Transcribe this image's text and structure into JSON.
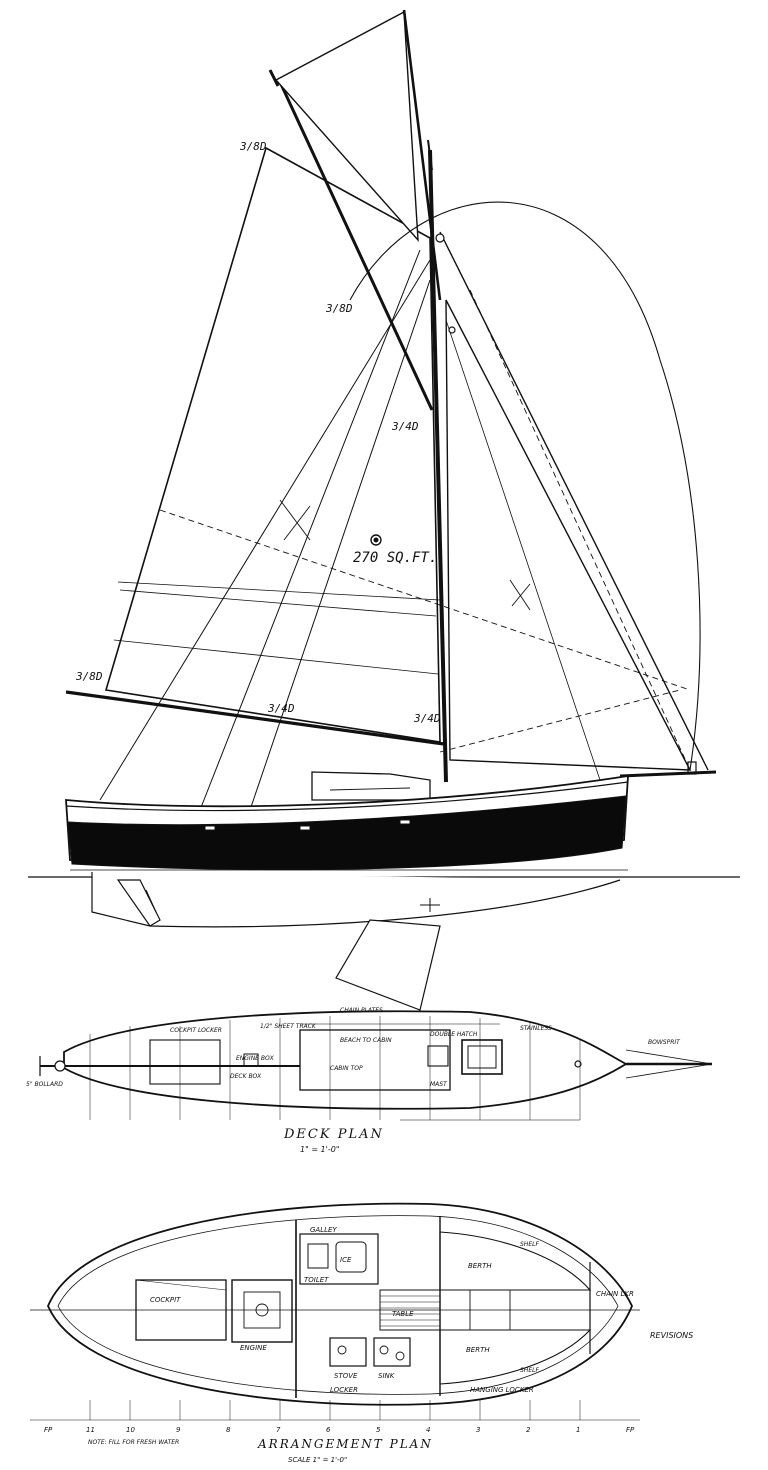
{
  "sail_plan": {
    "sail_area": "270 SQ.FT.",
    "block_labels": [
      "3/8D",
      "3/8D",
      "3/4D",
      "3/4D",
      "3/8D",
      "3/4D"
    ]
  },
  "deck_plan": {
    "title": "DECK PLAN",
    "scale": "1\" = 1'-0\"",
    "notes": [
      "CHAIN PLATES",
      "1/2\" SHEET TRACK",
      "BEACH TO CABIN",
      "DOUBLE HATCH",
      "STAINLESS",
      "BOWSPRIT",
      "DECK BOX",
      "CABIN TOP",
      "MAST",
      "ENGINE BOX",
      "COCKPIT LOCKER",
      "5\" BOLLARD"
    ]
  },
  "arrangement_plan": {
    "title": "ARRANGEMENT PLAN",
    "scale": "SCALE 1\" = 1'-0\"",
    "note": "NOTE: FILL FOR FRESH WATER",
    "rooms": [
      "COCKPIT",
      "ENGINE",
      "GALLEY",
      "SINK",
      "STOVE",
      "ICE",
      "BERTH",
      "BERTH",
      "LOCKER",
      "HANGING LOCKER",
      "CHAIN LKR",
      "TOILET",
      "TABLE",
      "SHELF",
      "SHELF",
      "REVISIONS"
    ]
  },
  "station_labels": [
    "FP",
    "11",
    "10",
    "9",
    "8",
    "7",
    "6",
    "5",
    "4",
    "3",
    "2",
    "1",
    "FP"
  ]
}
